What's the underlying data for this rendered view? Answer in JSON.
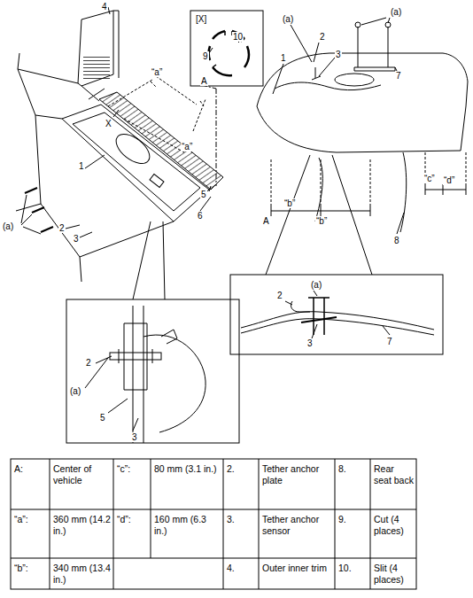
{
  "diagram": {
    "labels": [
      "4",
      "X",
      "“a”",
      "A",
      "“a”",
      "1",
      "5",
      "6",
      "(a)",
      "2",
      "3",
      "2",
      "(a)",
      "5",
      "3",
      "[X]",
      "9",
      "10",
      "(a)",
      "2",
      "3",
      "(a)",
      "7",
      "1",
      "“b”",
      "A",
      "“b”",
      "“c”",
      "“d”",
      "8",
      "2",
      "(a)",
      "3",
      "7",
      "A:",
      "Center of vehicle",
      "“c”:",
      "80 mm (3.1 in.)",
      "2.",
      "Tether anchor plate",
      "8.",
      "Rear seat back",
      "“a”:",
      "360 mm (14.2 in.)",
      "“d”:",
      "160 mm (6.3 in.)",
      "3.",
      "Tether anchor sensor",
      "9.",
      "Cut (4 places)",
      "“b”:",
      "340 mm (13.4 in.)",
      "4.",
      "Outer inner trim",
      "10.",
      "Slit (4 places)"
    ]
  }
}
